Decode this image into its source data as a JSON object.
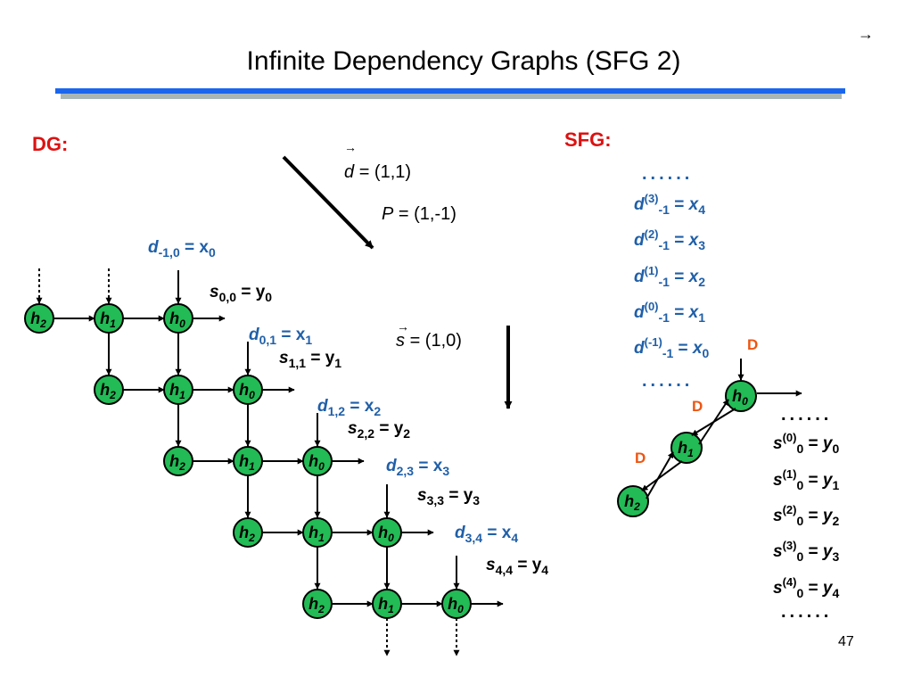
{
  "title": "Infinite Dependency Graphs (SFG 2)",
  "corner_arrow": "→",
  "page_number": "47",
  "dg": {
    "label": "DG:",
    "d_vector": {
      "name": "d",
      "value": "= (1,1)"
    },
    "p_vector": {
      "name": "P",
      "value": "= (1,-1)"
    },
    "s_vector": {
      "name": "s",
      "value": "= (1,0)"
    },
    "nodes": [
      "h2",
      "h1",
      "h0"
    ],
    "d_labels": [
      {
        "d": "d",
        "sub": "-1,0",
        "eq": " = ",
        "x": "x",
        "xsub": "0"
      },
      {
        "d": "d",
        "sub": "0,1",
        "eq": " = ",
        "x": "x",
        "xsub": "1"
      },
      {
        "d": "d",
        "sub": "1,2",
        "eq": " = ",
        "x": "x",
        "xsub": "2"
      },
      {
        "d": "d",
        "sub": "2,3",
        "eq": " = ",
        "x": "x",
        "xsub": "3"
      },
      {
        "d": "d",
        "sub": "3,4",
        "eq": " = ",
        "x": "x",
        "xsub": "4"
      }
    ],
    "s_labels": [
      {
        "s": "s",
        "sub": "0,0",
        "eq": " = ",
        "y": "y",
        "ysub": "0"
      },
      {
        "s": "s",
        "sub": "1,1",
        "eq": " = ",
        "y": "y",
        "ysub": "1"
      },
      {
        "s": "s",
        "sub": "2,2",
        "eq": " = ",
        "y": "y",
        "ysub": "2"
      },
      {
        "s": "s",
        "sub": "3,3",
        "eq": " = ",
        "y": "y",
        "ysub": "3"
      },
      {
        "s": "s",
        "sub": "4,4",
        "eq": " = ",
        "y": "y",
        "ysub": "4"
      }
    ]
  },
  "sfg": {
    "label": "SFG:",
    "dots": "......",
    "inputs": [
      {
        "d": "d",
        "sup": "(3)",
        "sub": "-1",
        "eq": " = ",
        "x": "x",
        "xsub": "4"
      },
      {
        "d": "d",
        "sup": "(2)",
        "sub": "-1",
        "eq": " = ",
        "x": "x",
        "xsub": "3"
      },
      {
        "d": "d",
        "sup": "(1)",
        "sub": "-1",
        "eq": " = ",
        "x": "x",
        "xsub": "2"
      },
      {
        "d": "d",
        "sup": "(0)",
        "sub": "-1",
        "eq": " = ",
        "x": "x",
        "xsub": "1"
      },
      {
        "d": "d",
        "sup": "(-1)",
        "sub": "-1",
        "eq": " = ",
        "x": "x",
        "xsub": "0"
      }
    ],
    "outputs": [
      {
        "s": "s",
        "sup": "(0)",
        "sub": "0",
        "eq": " = ",
        "y": "y",
        "ysub": "0"
      },
      {
        "s": "s",
        "sup": "(1)",
        "sub": "0",
        "eq": " = ",
        "y": "y",
        "ysub": "1"
      },
      {
        "s": "s",
        "sup": "(2)",
        "sub": "0",
        "eq": " = ",
        "y": "y",
        "ysub": "2"
      },
      {
        "s": "s",
        "sup": "(3)",
        "sub": "0",
        "eq": " = ",
        "y": "y",
        "ysub": "3"
      },
      {
        "s": "s",
        "sup": "(4)",
        "sub": "0",
        "eq": " = ",
        "y": "y",
        "ysub": "4"
      }
    ],
    "delay_label": "D",
    "nodes": [
      "h0",
      "h1",
      "h2"
    ]
  }
}
